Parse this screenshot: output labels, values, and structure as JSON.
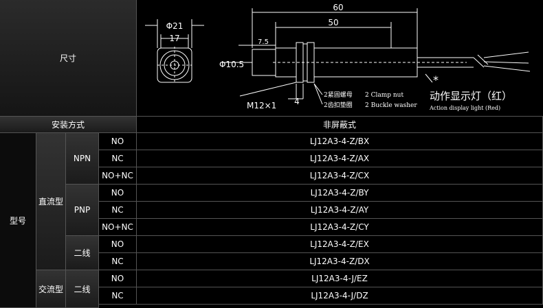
{
  "header": {
    "dimension_label": "尺寸",
    "install_label": "安装方式",
    "install_type": "非屏蔽式"
  },
  "model_label": "型号",
  "current_types": [
    "直流型",
    "交流型"
  ],
  "output_types": [
    "NPN",
    "PNP",
    "二线",
    "二线"
  ],
  "rows": [
    {
      "contact": "NO",
      "model": "LJ12A3-4-Z/BX"
    },
    {
      "contact": "NC",
      "model": "LJ12A3-4-Z/AX"
    },
    {
      "contact": "NO+NC",
      "model": "LJ12A3-4-Z/CX"
    },
    {
      "contact": "NO",
      "model": "LJ12A3-4-Z/BY"
    },
    {
      "contact": "NC",
      "model": "LJ12A3-4-Z/AY"
    },
    {
      "contact": "NO+NC",
      "model": "LJ12A3-4-Z/CY"
    },
    {
      "contact": "NO",
      "model": "LJ12A3-4-Z/EX"
    },
    {
      "contact": "NC",
      "model": "LJ12A3-4-Z/DX"
    },
    {
      "contact": "NO",
      "model": "LJ12A3-4-J/EZ"
    },
    {
      "contact": "NC",
      "model": "LJ12A3-4-J/DZ"
    }
  ],
  "drawing": {
    "phi21": "Φ21",
    "w17": "17",
    "len60": "60",
    "len50": "50",
    "len7_5": "7.5",
    "phi10_5": "Φ10.5",
    "m12": "M12×1",
    "len4": "4",
    "star": "*",
    "clamp_nut_cn": "2紧固螺母",
    "clamp_nut_en": "2 Clamp nut",
    "washer_cn": "2齿扣垫圈",
    "washer_en": "2 Buckle washer",
    "led_cn": "动作显示灯（红）",
    "led_en": "Action display light (Red)"
  }
}
